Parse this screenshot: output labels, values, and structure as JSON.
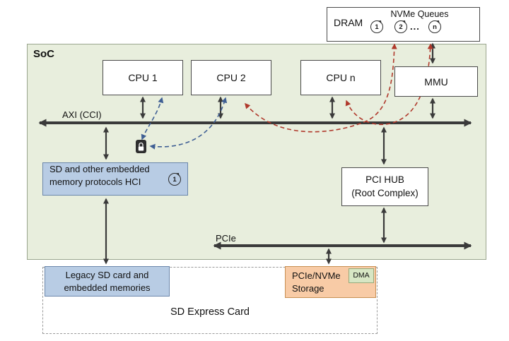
{
  "colors": {
    "soc_fill": "#e8eedd",
    "soc_border": "#9aa58e",
    "box_border": "#4a4a4a",
    "blue_fill": "#b8cce4",
    "blue_border": "#6b87ab",
    "orange_fill": "#f8cba6",
    "orange_border": "#c78f52",
    "green_fill": "#d7e6c4",
    "green_border": "#97ab7c",
    "bus": "#3a3a3a",
    "dash_blue": "#3f5f94",
    "dash_red": "#b0392c"
  },
  "dram": {
    "label": "DRAM",
    "queues_label": "NVMe Queues",
    "queue_items": [
      "1",
      "2",
      "n"
    ],
    "ellipsis": "..."
  },
  "soc": {
    "label": "SoC"
  },
  "cpus": [
    {
      "label": "CPU 1"
    },
    {
      "label": "CPU 2"
    },
    {
      "label": "CPU n"
    }
  ],
  "mmu": {
    "label": "MMU"
  },
  "bus_axi": {
    "label": "AXI (CCI)"
  },
  "bus_pcie": {
    "label": "PCIe"
  },
  "hci": {
    "line1": "SD and other embedded",
    "line2": "memory protocols HCI",
    "queue_num": "1"
  },
  "pci_hub": {
    "line1": "PCI HUB",
    "line2": "(Root Complex)"
  },
  "sd_express": {
    "label": "SD Express Card"
  },
  "legacy": {
    "line1": "Legacy SD card and",
    "line2": "embedded memories"
  },
  "storage": {
    "line1": "PCIe/NVMe",
    "line2": "Storage",
    "dma_label": "DMA"
  }
}
